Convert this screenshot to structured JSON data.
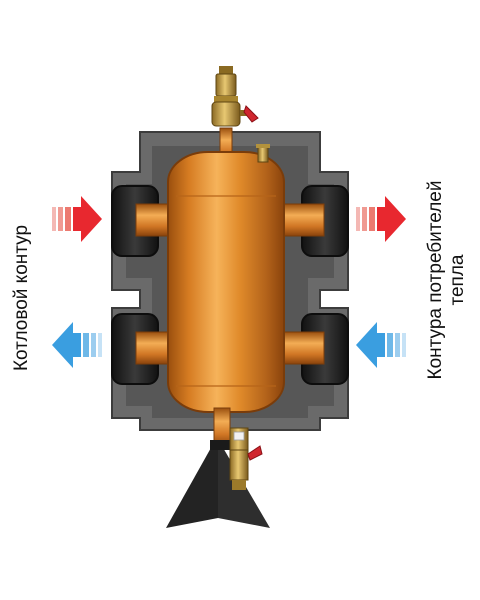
{
  "labels": {
    "left": "Котловой контур",
    "right_line1": "Контура потребителей",
    "right_line2": "тепла"
  },
  "colors": {
    "hot_arrow": "#e8282f",
    "cold_arrow": "#3a9ee0",
    "insulation_outer": "#6b6b6b",
    "insulation_inner": "#555555",
    "pipe_socket": "#2a2a2a",
    "copper": "#e08a2a",
    "copper_dark": "#a85a12",
    "brass": "#c9a24a",
    "valve_handle": "#d0262e",
    "stand": "#232323"
  },
  "icons": [
    "arrow-right-icon",
    "arrow-left-icon",
    "air-vent-icon",
    "drain-valve-icon",
    "ball-valve-icon"
  ]
}
